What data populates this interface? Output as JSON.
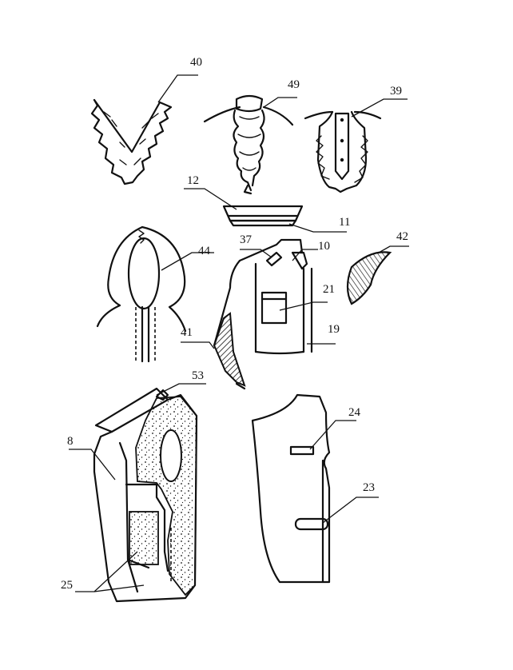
{
  "labels": {
    "l40": "40",
    "l49": "49",
    "l39": "39",
    "l12": "12",
    "l11": "11",
    "l37": "37",
    "l44": "44",
    "l10": "10",
    "l42": "42",
    "l21": "21",
    "l41": "41",
    "l19": "19",
    "l53": "53",
    "l8": "8",
    "l24": "24",
    "l23": "23",
    "l25": "25"
  },
  "colors": {
    "ink": "#111111",
    "paper": "#ffffff"
  }
}
